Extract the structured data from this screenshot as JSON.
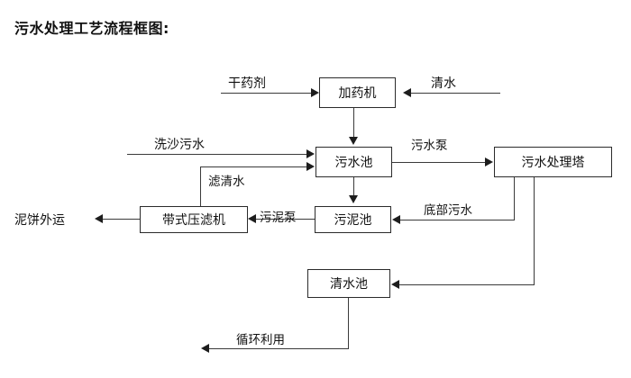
{
  "title": "污水处理工艺流程框图:",
  "diagram": {
    "type": "flowchart",
    "nodes": [
      {
        "id": "dosing-machine",
        "label": "加药机"
      },
      {
        "id": "sewage-pool",
        "label": "污水池"
      },
      {
        "id": "treatment-tower",
        "label": "污水处理塔"
      },
      {
        "id": "belt-filter-press",
        "label": "带式压滤机"
      },
      {
        "id": "sludge-pool",
        "label": "污泥池"
      },
      {
        "id": "clean-water-pool",
        "label": "清水池"
      }
    ],
    "terminals": [
      {
        "id": "dry-reagent",
        "label": "干药剂"
      },
      {
        "id": "clean-water-in",
        "label": "清水"
      },
      {
        "id": "sand-wash-sewage",
        "label": "洗沙污水"
      },
      {
        "id": "mud-cake-out",
        "label": "泥饼外运"
      }
    ],
    "edge_labels": [
      {
        "id": "filtered-clear-water",
        "label": "滤清水"
      },
      {
        "id": "sewage-pump",
        "label": "污水泵"
      },
      {
        "id": "sludge-pump",
        "label": "污泥泵"
      },
      {
        "id": "bottom-sewage",
        "label": "底部污水"
      },
      {
        "id": "recycling",
        "label": "循环利用"
      }
    ],
    "edges": [
      {
        "from": "dry-reagent",
        "to": "dosing-machine",
        "label": ""
      },
      {
        "from": "clean-water-in",
        "to": "dosing-machine",
        "label": ""
      },
      {
        "from": "dosing-machine",
        "to": "sewage-pool",
        "label": ""
      },
      {
        "from": "sand-wash-sewage",
        "to": "sewage-pool",
        "label": ""
      },
      {
        "from": "belt-filter-press",
        "to": "sewage-pool",
        "label": "滤清水"
      },
      {
        "from": "sewage-pool",
        "to": "treatment-tower",
        "label": "污水泵"
      },
      {
        "from": "sewage-pool",
        "to": "sludge-pool",
        "label": ""
      },
      {
        "from": "sludge-pool",
        "to": "belt-filter-press",
        "label": "污泥泵"
      },
      {
        "from": "belt-filter-press",
        "to": "mud-cake-out",
        "label": ""
      },
      {
        "from": "treatment-tower",
        "to": "sludge-pool",
        "label": "底部污水"
      },
      {
        "from": "treatment-tower",
        "to": "clean-water-pool",
        "label": ""
      },
      {
        "from": "clean-water-pool",
        "to": "recycling-out",
        "label": "循环利用"
      }
    ],
    "colors": {
      "box_border": "#2b2b2b",
      "line": "#3a3a3a",
      "arrow": "#1d1d1d",
      "text": "#111111",
      "background": "#ffffff"
    }
  }
}
